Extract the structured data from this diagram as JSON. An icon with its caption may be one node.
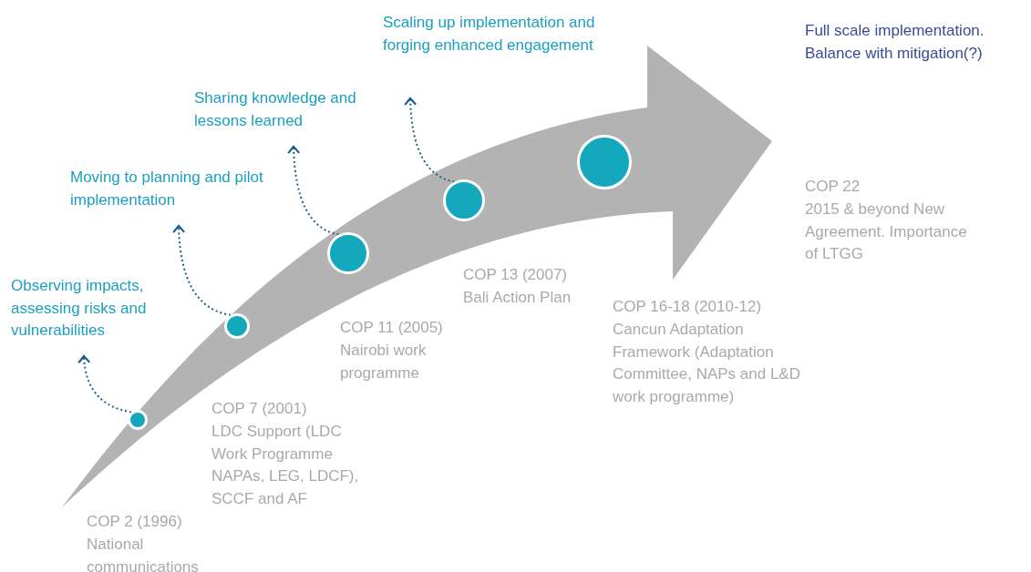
{
  "diagram": {
    "nodes": [
      {
        "text": [
          "Observing impacts, assessing risks and vulnerabilities"
        ]
      },
      {
        "text": [
          "Moving to planning and pilot implementation"
        ]
      },
      {
        "text": [
          "Sharing knowledge and lessons learned"
        ]
      },
      {
        "text": [
          "Scaling up implementation and forging enhanced engagement"
        ]
      },
      {
        "text": [],
        "shape": "circle"
      },
      {
        "text": [],
        "shape": "circle"
      },
      {
        "text": [],
        "shape": "circle"
      },
      {
        "text": [],
        "shape": "circle"
      },
      {
        "text": [],
        "shape": "circle"
      }
    ],
    "edges": [
      {
        "from": 4,
        "to": 0,
        "arrow": "to",
        "style": "dashed"
      },
      {
        "from": 5,
        "to": 1,
        "arrow": "to",
        "style": "dashed"
      },
      {
        "from": 6,
        "to": 2,
        "arrow": "to",
        "style": "dashed"
      },
      {
        "from": 7,
        "to": 3,
        "arrow": "to",
        "style": "dashed"
      }
    ],
    "labels": [
      "Full scale implementation. Balance with mitigation(?)",
      "COP 22",
      "2015 & beyond New Agreement. Importance of LTGG",
      "COP 13 (2007)",
      "Bali Action Plan",
      "COP 16-18 (2010-12)",
      "Cancun Adaptation Framework (Adaptation Committee, NAPs and L&D work programme)",
      "COP 11 (2005)",
      "Nairobi work programme",
      "COP 7 (2001)",
      "LDC Support (LDC Work Programme NAPAs, LEG, LDCF), SCCF and AF",
      "COP 2 (1996)",
      "National communications"
    ]
  }
}
